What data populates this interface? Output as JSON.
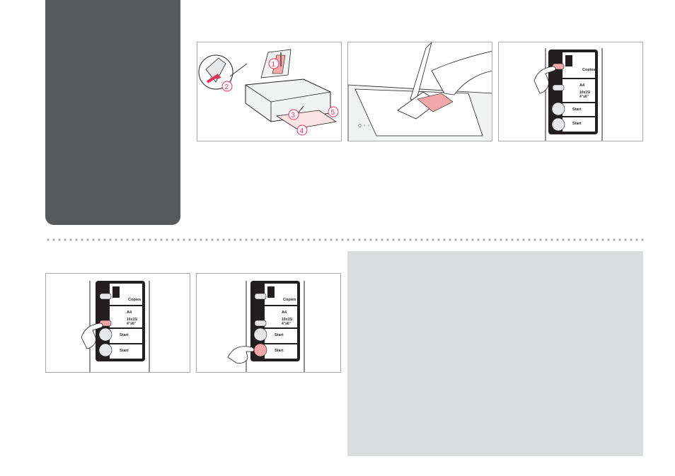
{
  "panel_labels": {
    "copies": "Copies",
    "a4": "A4",
    "photo_size_line1": "10x15/",
    "photo_size_line2": "4\"x6\"",
    "start": "Start"
  },
  "step_numbers": [
    "1",
    "2",
    "3",
    "4",
    "5"
  ],
  "colors": {
    "side_tab": "#58595b",
    "frame_border": "#a7a9ac",
    "note_box": "#dcddde",
    "highlight_pink": "#f2a7a9",
    "callout": "#e0325a"
  },
  "icons": [
    "printer-illustration",
    "scanner-glass-illustration",
    "control-panel-illustration",
    "pointing-hand-icon"
  ]
}
